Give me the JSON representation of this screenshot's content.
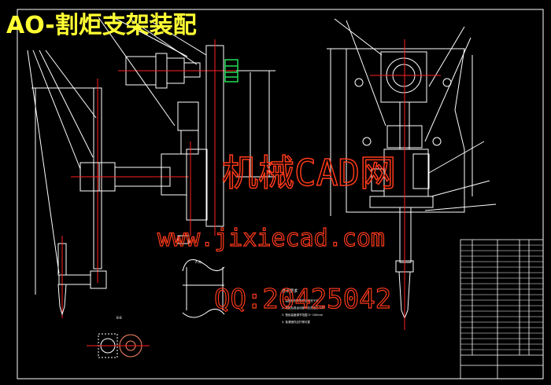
{
  "drawing": {
    "title": "AO-割炬支架装配",
    "section_label_a": "A 向",
    "section_label_b": "B-B",
    "notes_heading": "技术要求",
    "notes": [
      "1. 装配前所有零件应清洗干净",
      "2. 装配后各运动部件应灵活无卡滞",
      "3. 割炬高度调节范围 0~100mm",
      "4. 各紧固件应拧紧可靠"
    ],
    "colors": {
      "background": "#000000",
      "outline": "#ffffff",
      "centerline": "#ff2020",
      "dimension": "#ffffff",
      "title": "#ffff33",
      "watermark": "#ff3a1a",
      "part_green": "#22dd55"
    }
  },
  "watermark": {
    "line1": "机械CAD网",
    "line2": "www.jixiecad.com",
    "line3": "QQ:20425042"
  }
}
